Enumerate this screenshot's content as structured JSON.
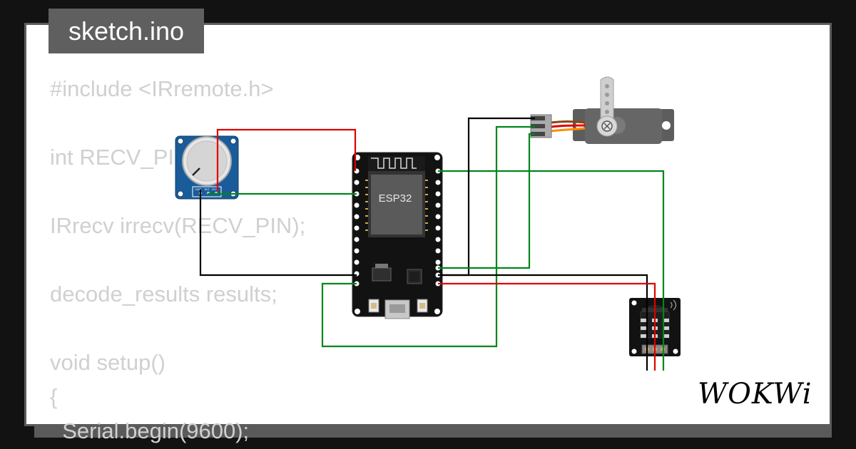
{
  "file_tab": {
    "label": "sketch.ino"
  },
  "code": {
    "lines": [
      "#include <IRremote.h>",
      "",
      "int RECV_PIN = 4;",
      "",
      "IRrecv irrecv(RECV_PIN);",
      "",
      "decode_results results;",
      "",
      "void setup()",
      "{",
      "  Serial.begin(9600);"
    ]
  },
  "diagram": {
    "board_label": "ESP32",
    "pot_pin_labels": [
      "GND",
      "SIG",
      "VCC"
    ],
    "wire_colors": {
      "red": "#e00000",
      "green": "#00861b",
      "black": "#000000"
    }
  },
  "brand": {
    "logo": "WOKWi"
  }
}
